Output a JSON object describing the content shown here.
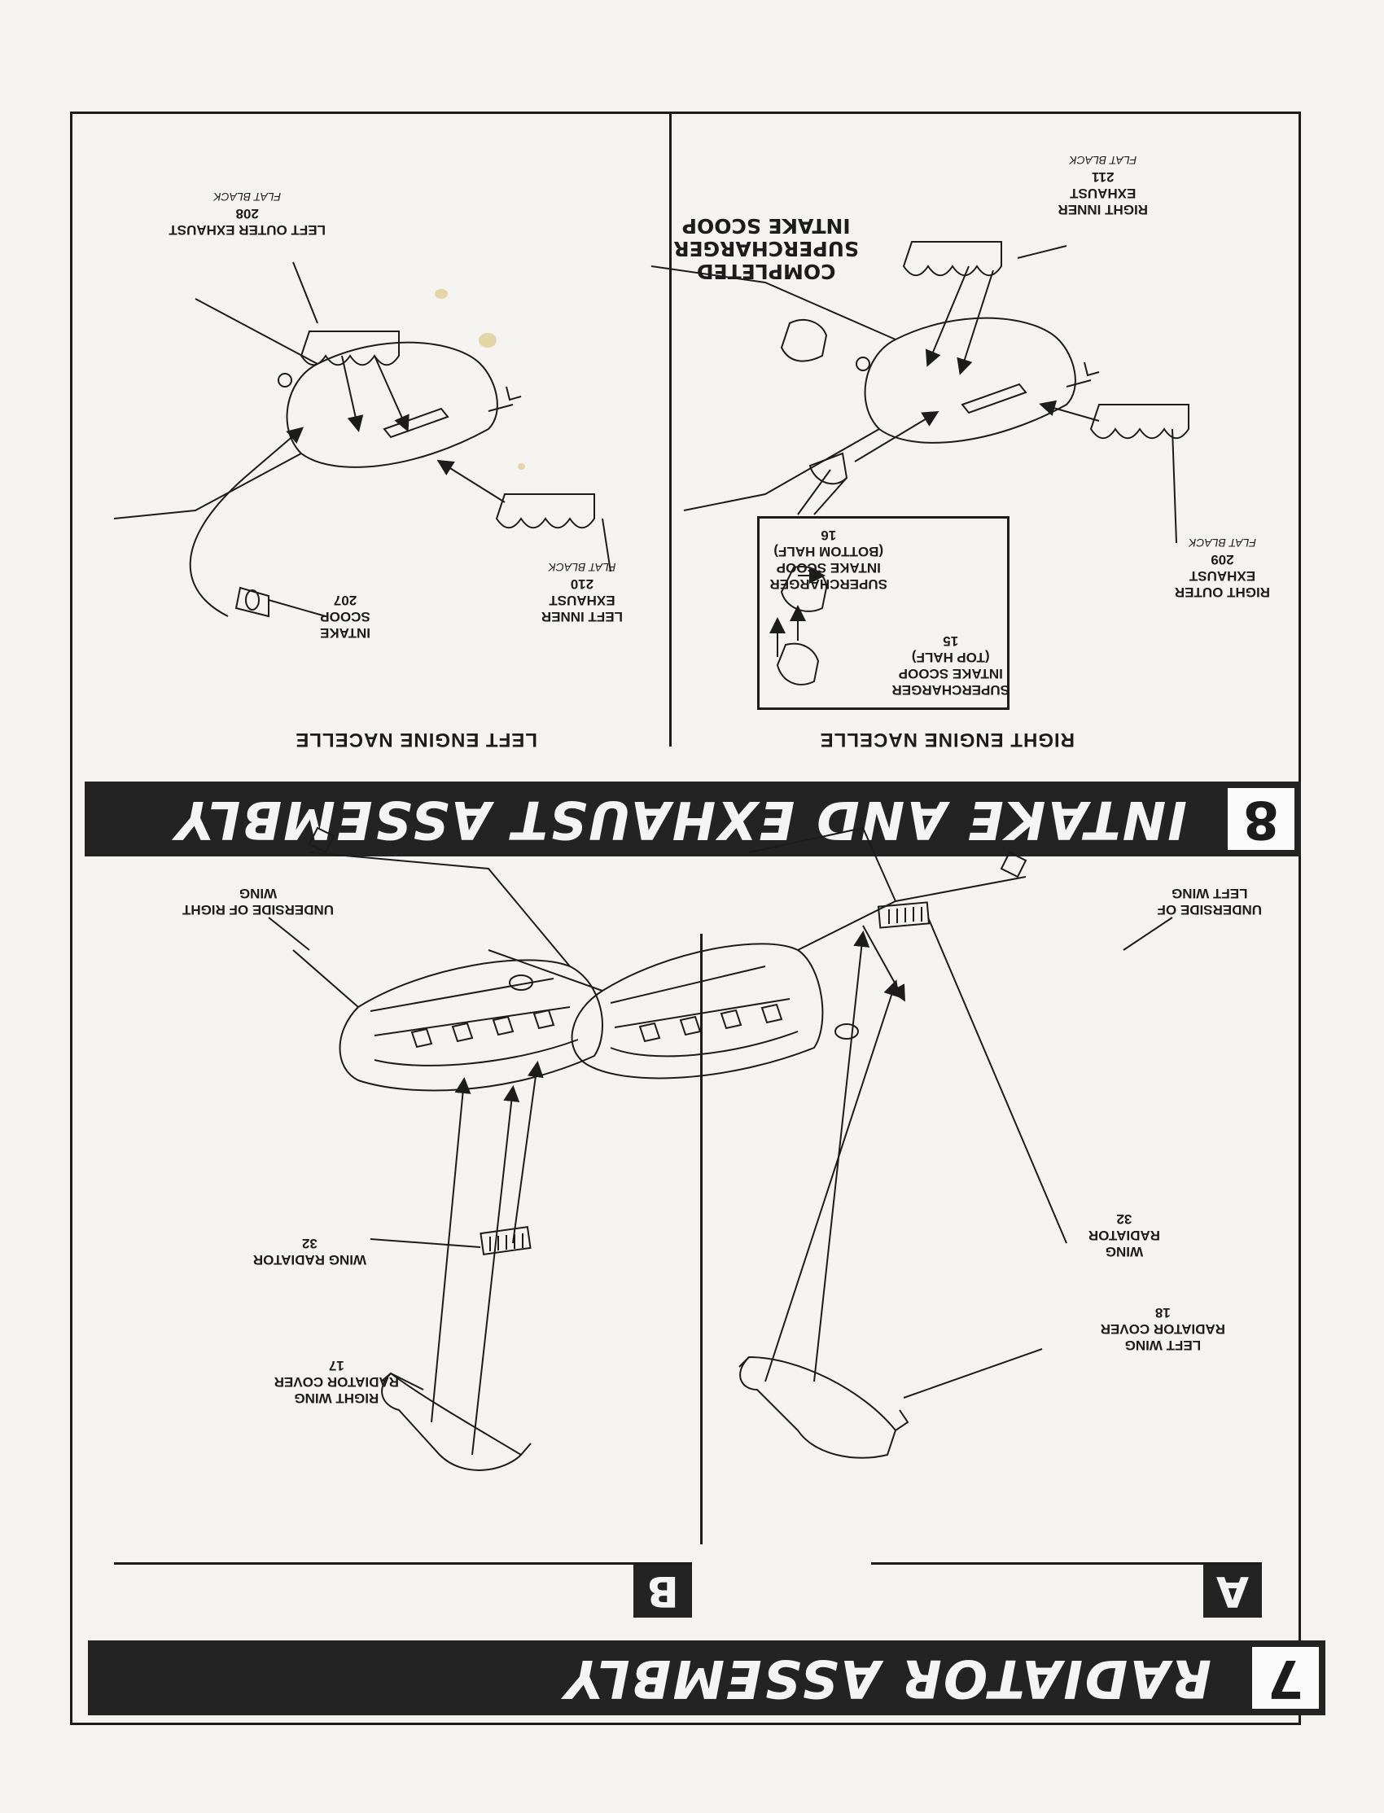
{
  "step7": {
    "number": "7",
    "title": "RADIATOR ASSEMBLY",
    "sub_a": {
      "letter": "A",
      "underside": "UNDERSIDE OF\nLEFT WING",
      "radiator": "WING\nRADIATOR\n32",
      "cover": "LEFT WING\nRADIATOR COVER\n18"
    },
    "sub_b": {
      "letter": "B",
      "underside": "UNDERSIDE OF RIGHT\nWING",
      "radiator": "WING RADIATOR\n32",
      "cover": "RIGHT WING\nRADIATOR COVER\n17"
    }
  },
  "step8": {
    "number": "8",
    "title": "INTAKE AND EXHAUST ASSEMBLY",
    "right_nacelle": {
      "title": "RIGHT ENGINE NACELLE",
      "outer_exhaust": "RIGHT OUTER\nEXHAUST\n209",
      "outer_exhaust_paint": "FLAT BLACK",
      "inner_exhaust": "RIGHT INNER\nEXHAUST\n211",
      "inner_exhaust_paint": "FLAT BLACK",
      "completed_scoop": "COMPLETED\nSUPERCHARGER\nINTAKE SCOOP",
      "scoop_top": "SUPERCHARGER\nINTAKE SCOOP\n(TOP HALF)\n15",
      "scoop_bottom": "SUPERCHARGER\nINTAKE SCOOP\n(BOTTOM HALF)\n16"
    },
    "left_nacelle": {
      "title": "LEFT ENGINE NACELLE",
      "outer_exhaust": "LEFT OUTER EXHAUST\n208",
      "outer_exhaust_paint": "FLAT BLACK",
      "inner_exhaust": "LEFT INNER\nEXHAUST\n210",
      "inner_exhaust_paint": "FLAT BLACK",
      "intake_scoop": "INTAKE\nSCOOP\n207"
    }
  }
}
